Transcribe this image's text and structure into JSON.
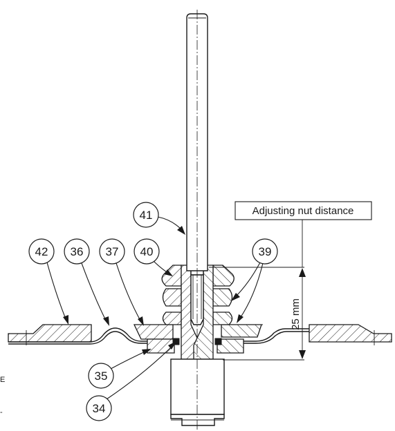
{
  "callouts": {
    "c34": "34",
    "c35": "35",
    "c36": "36",
    "c37": "37",
    "c39": "39",
    "c40": "40",
    "c41": "41",
    "c42": "42"
  },
  "dimension": {
    "label": "Adjusting nut distance",
    "value": "25 mm"
  },
  "margin_text": {
    "top": "E",
    "bottom": "-"
  }
}
